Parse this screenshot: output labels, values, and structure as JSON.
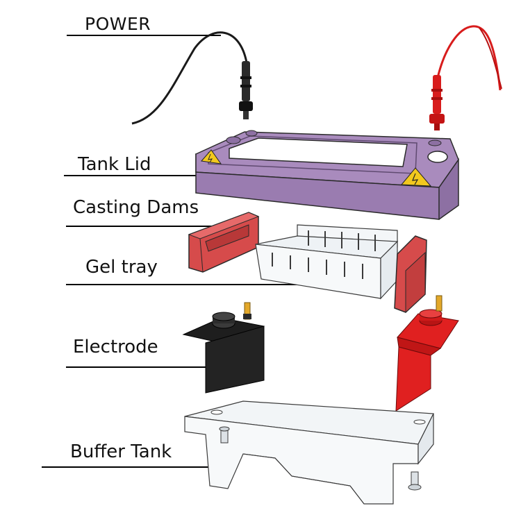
{
  "labels": {
    "power": "POWER",
    "tank_lid": "Tank Lid",
    "casting_dams": "Casting Dams",
    "gel_tray": "Gel tray",
    "electrode": "Electrode",
    "buffer_tank": "Buffer Tank"
  },
  "colors": {
    "lid": "#a98bbd",
    "lid_dark": "#8d70a3",
    "dam_red": "#d64b4b",
    "electrode_red": "#e02020",
    "electrode_black": "#1e1e1e",
    "lead_red": "#d81c1c",
    "lead_black": "#1a1a1a",
    "warning_yellow": "#f2c81e",
    "clear_part": "#e9eef2",
    "leader_line": "#000000"
  },
  "icons": {
    "warning": "high-voltage-warning-icon"
  }
}
